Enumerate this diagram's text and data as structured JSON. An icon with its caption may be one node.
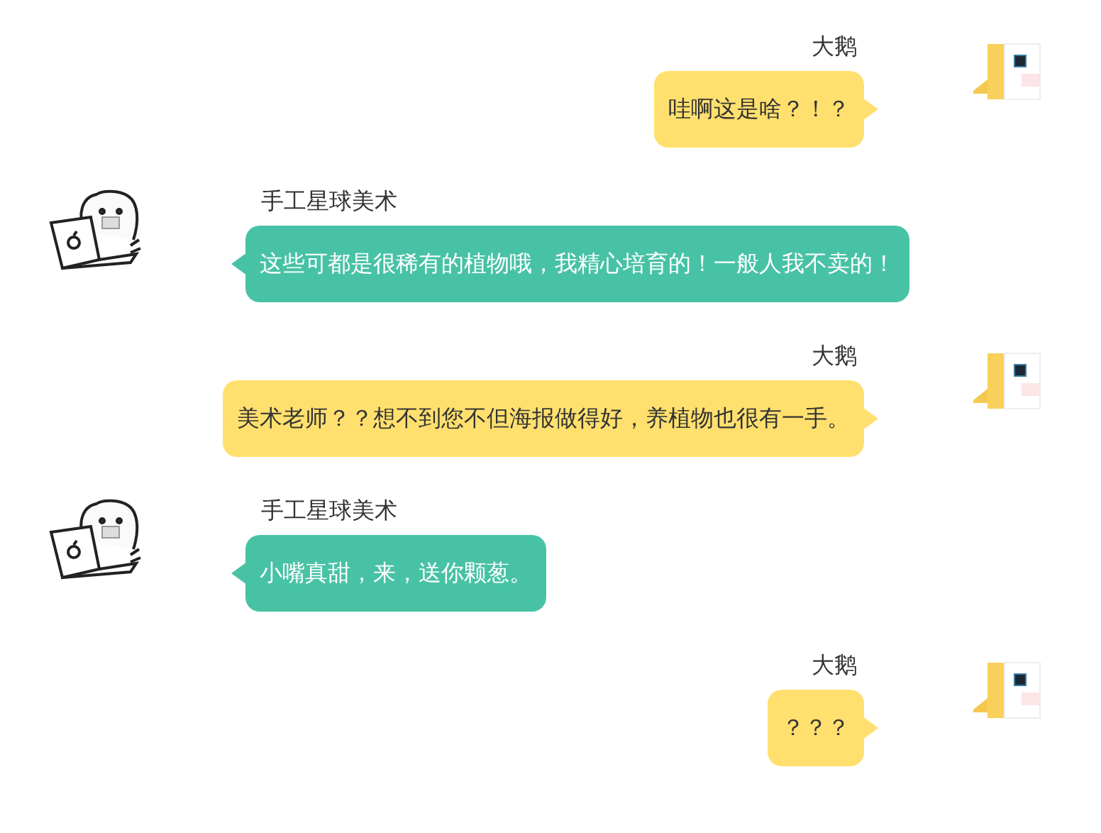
{
  "diagram": {
    "nodes": [
      {
        "text": [
          "哇啊这是啥？！？"
        ],
        "beside": [
          "大鹅"
        ]
      },
      {
        "text": [
          "这些可都是很稀有的植物哦，我精心培育的！一般人我不卖的！"
        ],
        "beside": [
          "手工星球美术"
        ]
      },
      {
        "text": [
          "美术老师？？想不到您不但海报做得好，养植物也很有一手。"
        ],
        "beside": [
          "大鹅"
        ]
      },
      {
        "text": [
          "小嘴真甜，来，送你颗葱。"
        ],
        "beside": [
          "手工星球美术"
        ]
      },
      {
        "text": [
          "？？？"
        ],
        "beside": [
          "大鹅"
        ]
      }
    ]
  }
}
